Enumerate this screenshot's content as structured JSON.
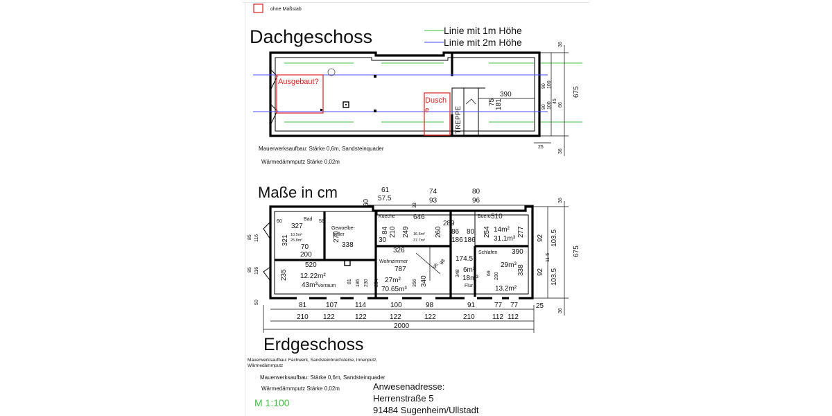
{
  "legend": {
    "scale_note": "ohne Maßstab",
    "line_1m": "Linie mit 1m Höhe",
    "line_2m": "Linie mit 2m Höhe",
    "color_1m": "#3fbf3f",
    "color_2m": "#4a4aff",
    "marker_color": "#e02020"
  },
  "dachgeschoss": {
    "title": "Dachgeschoss",
    "annot_ausgebaut": "Ausgebaut?",
    "annot_dusche_1": "Dusch",
    "annot_dusche_2": "e",
    "label_treppe": "TREPPE",
    "wall_note_1": "Mauerwerksaufbau: Stärke 0,6m, Sandsteinquader",
    "wall_note_2": "Wärmedämmputz Stärke 0,02m",
    "dims": {
      "d390": "390",
      "d75": "75",
      "d181": "181",
      "d90a": "90",
      "d100a": "100",
      "d90b": "90",
      "d100b": "100",
      "d45": "45",
      "d66": "66",
      "d36a": "36",
      "d36b": "36",
      "d25": "25",
      "d675": "675"
    }
  },
  "masse": {
    "title": "Maße in cm"
  },
  "erdgeschoss": {
    "title": "Erdgeschoss",
    "wall_note_a": "Mauerwerksaufbau: Fachwerk, Sandsteinbruchsteine, Innenputz,",
    "wall_note_b": "Wärmedämmputz",
    "wall_note_1": "Mauerwerksaufbau: Stärke 0,6m, Sandsteinquader",
    "wall_note_2": "Wärmedämmputz Stärke 0,02m",
    "scale": "M 1:100",
    "rooms": {
      "bad": "Bad",
      "gewoelbekeller_1": "Gewoelbe-",
      "gewoelbekeller_2": "keller",
      "kueche": "Kueche",
      "buero": "Buero",
      "schlafen": "Schlafen",
      "wohnzimmer": "Wohnzimmer",
      "vorraum": "Vorraum",
      "flur": "Flur"
    },
    "top_dims": {
      "d61": "61",
      "d57_5": "57.5",
      "d74": "74",
      "d93": "93",
      "d33": "33",
      "d80": "80",
      "d96": "96",
      "d60": "60"
    },
    "room_dims": {
      "d60": "60",
      "d327": "327",
      "d58": "58",
      "d321": "321",
      "a10_5": "10.5m²",
      "a25_8": "25.8m³",
      "d70": "70",
      "d200": "200",
      "d270": "270",
      "d338": "338",
      "d646": "646",
      "d84": "84",
      "d210": "210",
      "d249": "249",
      "d30": "30",
      "a16_5": "16.5m²",
      "a37_7": "37.7m³",
      "d260": "260",
      "d289": "289",
      "d86": "86",
      "d186a": "186",
      "d186b": "186",
      "d80": "80",
      "d254": "254",
      "d510": "510",
      "a14": "14m²",
      "a31_1": "31.1m³",
      "d277": "277",
      "d92a": "92",
      "d103_5a": "103.5",
      "d326": "326",
      "d787": "787",
      "d520": "520",
      "a12_22": "12.22m²",
      "a43": "43m³",
      "d235": "235",
      "d81": "81",
      "d186c": "186",
      "d230": "230",
      "d254b": "254",
      "a27": "27m²",
      "a70_65": "70.65m³",
      "d356": "356",
      "d340": "340",
      "d96": "96",
      "d88": "88",
      "d348": "348",
      "d174_5": "174.5",
      "a6": "6m²",
      "a18": "18m³",
      "d390": "390",
      "a29": "29m³",
      "d338b": "338",
      "d69": "69",
      "d200b": "200",
      "a13_2": "13.2m²",
      "d92b": "92",
      "d11_5": "11.5",
      "d103_5b": "103.5",
      "d675": "675",
      "d36a": "36",
      "d36b": "36",
      "d85a": "85",
      "d116a": "116",
      "d85b": "85",
      "d116b": "116",
      "d50": "50",
      "d25": "25"
    },
    "bottom_dims": {
      "o81": "81",
      "o107": "107",
      "o114": "114",
      "o100": "100",
      "o98": "98",
      "o91": "91",
      "o77a": "77",
      "o77b": "77",
      "u210a": "210",
      "u122a": "122",
      "u122b": "122",
      "u122c": "122",
      "u122d": "122",
      "u210b": "210",
      "u112a": "112",
      "u112b": "112",
      "total": "2000"
    }
  },
  "address": {
    "label": "Anwesenadresse:",
    "street": "Herrenstraße 5",
    "city": "91484 Sugenheim/Ullstadt"
  }
}
